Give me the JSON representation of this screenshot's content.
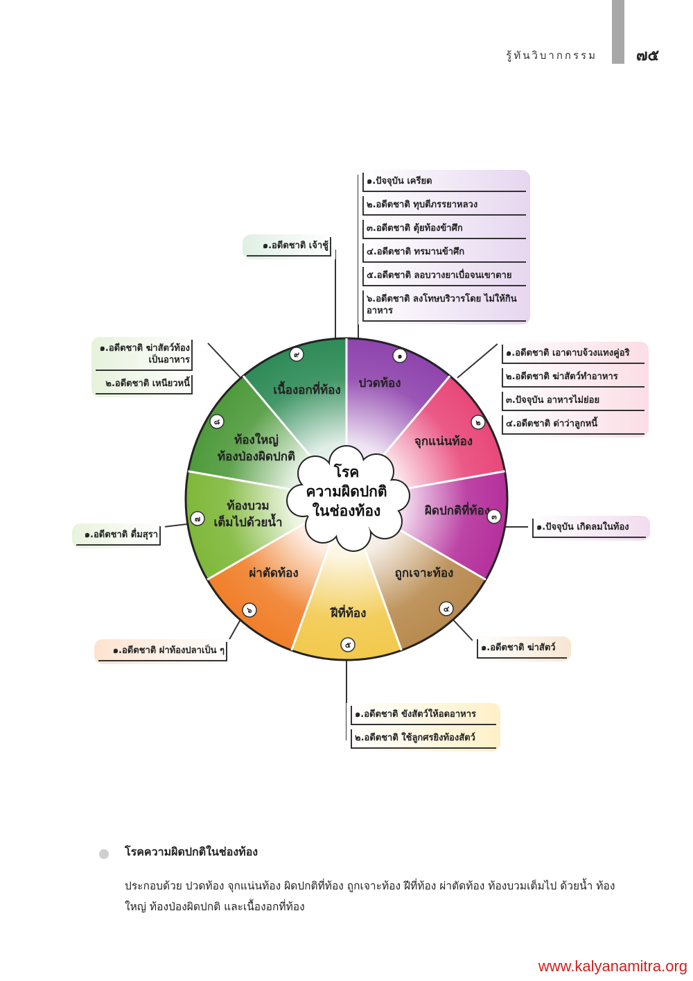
{
  "header": {
    "title": "รู้ทันวิบากกรรม",
    "page_number": "๗๕"
  },
  "diagram": {
    "center_label": [
      "โรค",
      "ความผิดปกติ",
      "ในช่องท้อง"
    ],
    "segments": [
      {
        "num": "๑",
        "label": [
          "ปวดท้อง"
        ],
        "color": "#8e44ad"
      },
      {
        "num": "๒",
        "label": [
          "จุกแน่นท้อง"
        ],
        "color": "#e8487a"
      },
      {
        "num": "๓",
        "label": [
          "ผิดปกติที่ท้อง"
        ],
        "color": "#b5309c"
      },
      {
        "num": "๔",
        "label": [
          "ถูกเจาะท้อง"
        ],
        "color": "#b88a4e"
      },
      {
        "num": "๕",
        "label": [
          "ฝีที่ท้อง"
        ],
        "color": "#f2c94c"
      },
      {
        "num": "๖",
        "label": [
          "ผ่าตัดท้อง"
        ],
        "color": "#f07f2a"
      },
      {
        "num": "๗",
        "label": [
          "ท้องบวม",
          "เต็มไปด้วยน้ำ"
        ],
        "color": "#7fb83a"
      },
      {
        "num": "๘",
        "label": [
          "ท้องใหญ่",
          "ท้องป่องผิดปกติ"
        ],
        "color": "#4f9a3c"
      },
      {
        "num": "๙",
        "label": [
          "เนื้องอกที่ท้อง"
        ],
        "color": "#2e8b57"
      }
    ],
    "causes": {
      "s1": [
        "๑.ปัจจุบัน เครียด",
        "๒.อดีตชาติ ทุบตีภรรยาหลวง",
        "๓.อดีตชาติ ตุ้ยท้องข้าศึก",
        "๔.อดีตชาติ ทรมานข้าศึก",
        "๕.อดีตชาติ ลอบวางยาเบื่อจนเขาตาย",
        "๖.อดีตชาติ ลงโทษบริวารโดย ไม่ให้กินอาหาร"
      ],
      "s9": [
        "๑.อดีตชาติ เจ้าชู้"
      ],
      "s8": [
        "๑.อดีตชาติ ฆ่าสัตว์ท้อง เป็นอาหาร",
        "๒.อดีตชาติ เหนียวหนี้"
      ],
      "s2": [
        "๑.อดีตชาติ เอาดาบจ้วงแทงคู่อริ",
        "๒.อดีตชาติ ฆ่าสัตว์ทำอาหาร",
        "๓.ปัจจุบัน อาหารไม่ย่อย",
        "๔.อดีตชาติ ด่าว่าลูกหนี้"
      ],
      "s3": [
        "๑.ปัจจุบัน เกิดลมในท้อง"
      ],
      "s7": [
        "๑.อดีตชาติ ดื่มสุรา"
      ],
      "s4": [
        "๑.อดีตชาติ ฆ่าสัตว์"
      ],
      "s6": [
        "๑.อดีตชาติ ผ่าท้องปลาเป็น ๆ"
      ],
      "s5": [
        "๑.อดีตชาติ ขังสัตว์ให้อดอาหาร",
        "๒.อดีตชาติ ใช้ลูกศรยิงท้องสัตว์"
      ]
    },
    "box_colors": {
      "s1": "#e6d6ef",
      "s9": "#dff0e4",
      "s8": "#e6f2dc",
      "s2": "#fbdde6",
      "s3": "#f1dcef",
      "s7": "#e8f3dc",
      "s4": "#f6e6d2",
      "s6": "#fde3cf",
      "s5": "#fff0c8"
    }
  },
  "section": {
    "title": "โรคความผิดปกติในช่องท้อง",
    "body": "ประกอบด้วย ปวดท้อง จุกแน่นท้อง ผิดปกติที่ท้อง ถูกเจาะท้อง ฝีที่ท้อง ผ่าตัดท้อง ท้องบวมเต็มไป ด้วยน้ำ ท้องใหญ่ ท้องป่องผิดปกติ และเนื้องอกที่ท้อง"
  },
  "footer": {
    "url": "www.kalyanamitra.org"
  }
}
